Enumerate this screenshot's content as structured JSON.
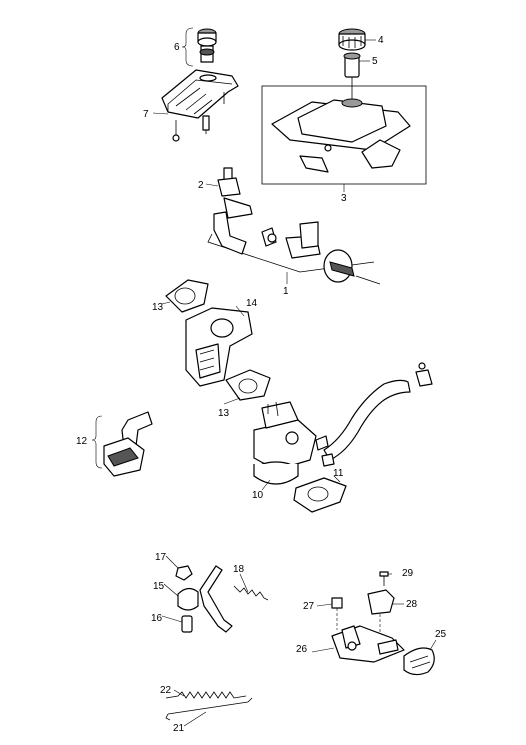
{
  "callouts": {
    "p1": "1",
    "p2": "2",
    "p3": "3",
    "p4": "4",
    "p5": "5",
    "p6": "6",
    "p7": "7",
    "p10": "10",
    "p11": "11",
    "p12": "12",
    "p13a": "13",
    "p13b": "13",
    "p14": "14",
    "p15": "15",
    "p16": "16",
    "p17": "17",
    "p18": "18",
    "p21": "21",
    "p22": "22",
    "p25": "25",
    "p26": "26",
    "p27": "27",
    "p28": "28",
    "p29": "29"
  }
}
